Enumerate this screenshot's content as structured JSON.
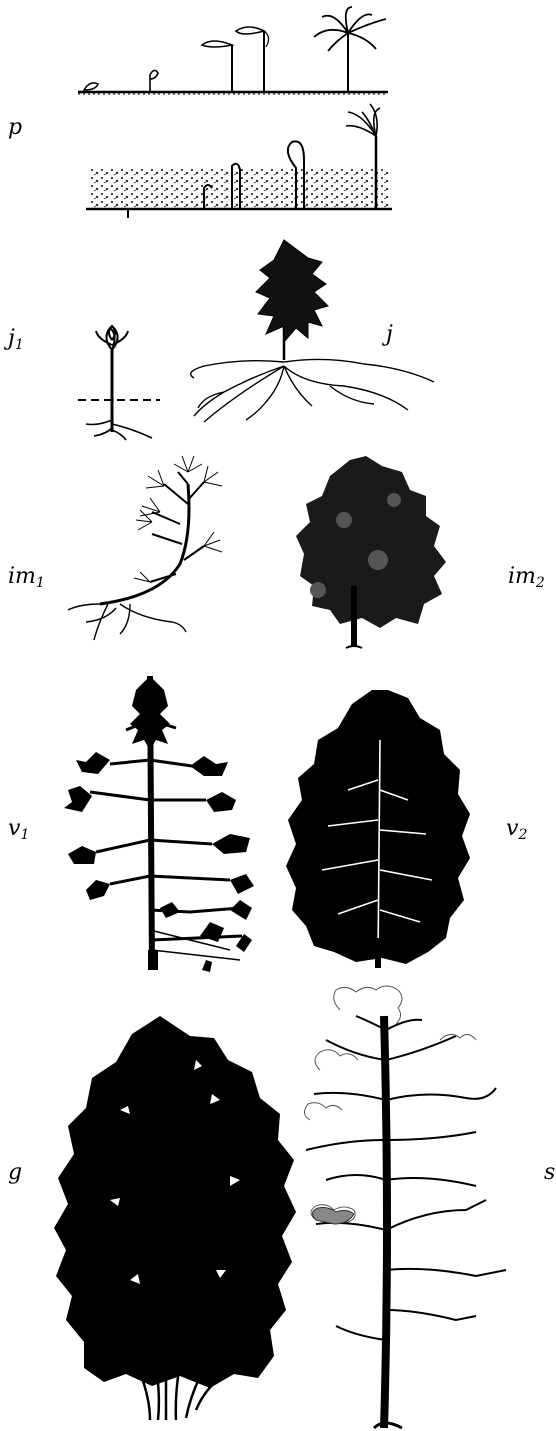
{
  "stages": [
    {
      "id": "p",
      "base": "p",
      "sub": ""
    },
    {
      "id": "j1",
      "base": "j",
      "sub": "1"
    },
    {
      "id": "j",
      "base": "j",
      "sub": ""
    },
    {
      "id": "im1",
      "base": "im",
      "sub": "1"
    },
    {
      "id": "im2",
      "base": "im",
      "sub": "2"
    },
    {
      "id": "v1",
      "base": "v",
      "sub": "1"
    },
    {
      "id": "v2",
      "base": "v",
      "sub": "2"
    },
    {
      "id": "g",
      "base": "g",
      "sub": ""
    },
    {
      "id": "s",
      "base": "s",
      "sub": ""
    }
  ],
  "ink_color": "#000000",
  "soil_color": "#444444"
}
